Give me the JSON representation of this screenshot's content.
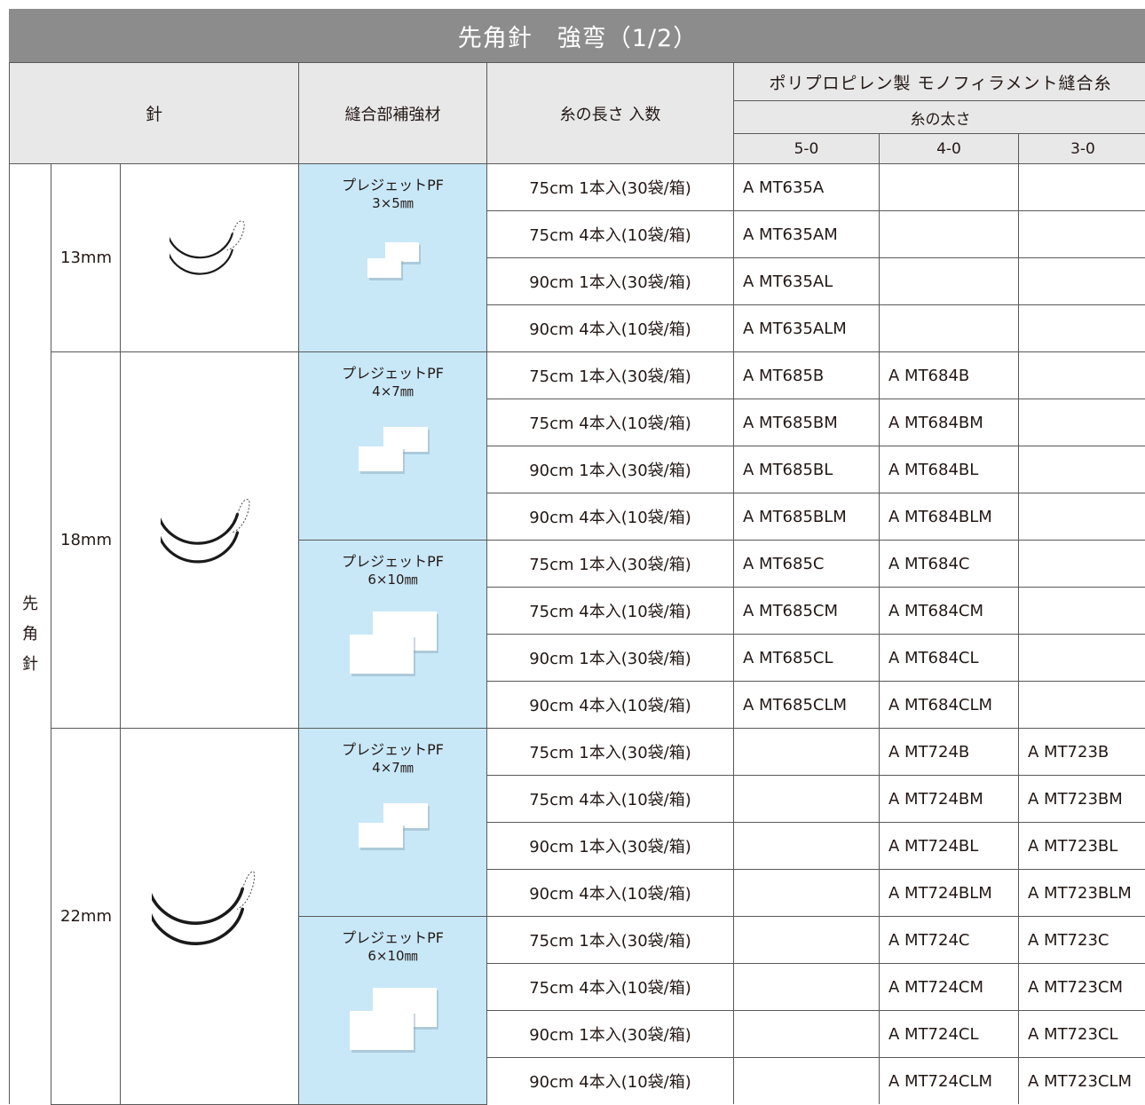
{
  "title": "先角針　強弯（1/2）",
  "header": {
    "needle": "針",
    "reinforcement": "縫合部補強材",
    "length_qty": "糸の長さ 入数",
    "suture_group": "ポリプロピレン製 モノフィラメント縫合糸",
    "thickness": "糸の太さ",
    "sizes": [
      "5-0",
      "4-0",
      "3-0"
    ]
  },
  "side_label": [
    "先",
    "角",
    "針"
  ],
  "packages": [
    "75cm 1本入(30袋/箱)",
    "75cm 4本入(10袋/箱)",
    "90cm 1本入(30袋/箱)",
    "90cm 4本入(10袋/箱)"
  ],
  "groups": [
    {
      "size": "13mm",
      "needle_icon": "curved-needle-small-icon",
      "pledgets": [
        {
          "label": "プレジェットPF",
          "dim": "3×5㎜",
          "icon": "pledget-small-icon",
          "rows": [
            [
              "A MT635A",
              "",
              ""
            ],
            [
              "A MT635AM",
              "",
              ""
            ],
            [
              "A MT635AL",
              "",
              ""
            ],
            [
              "A MT635ALM",
              "",
              ""
            ]
          ]
        }
      ]
    },
    {
      "size": "18mm",
      "needle_icon": "curved-needle-medium-icon",
      "pledgets": [
        {
          "label": "プレジェットPF",
          "dim": "4×7㎜",
          "icon": "pledget-medium-icon",
          "rows": [
            [
              "A MT685B",
              "A MT684B",
              ""
            ],
            [
              "A MT685BM",
              "A MT684BM",
              ""
            ],
            [
              "A MT685BL",
              "A MT684BL",
              ""
            ],
            [
              "A MT685BLM",
              "A MT684BLM",
              ""
            ]
          ]
        },
        {
          "label": "プレジェットPF",
          "dim": "6×10㎜",
          "icon": "pledget-large-icon",
          "rows": [
            [
              "A MT685C",
              "A MT684C",
              ""
            ],
            [
              "A MT685CM",
              "A MT684CM",
              ""
            ],
            [
              "A MT685CL",
              "A MT684CL",
              ""
            ],
            [
              "A MT685CLM",
              "A MT684CLM",
              ""
            ]
          ]
        }
      ]
    },
    {
      "size": "22mm",
      "needle_icon": "curved-needle-large-icon",
      "pledgets": [
        {
          "label": "プレジェットPF",
          "dim": "4×7㎜",
          "icon": "pledget-medium-icon",
          "rows": [
            [
              "",
              "A MT724B",
              "A MT723B"
            ],
            [
              "",
              "A MT724BM",
              "A MT723BM"
            ],
            [
              "",
              "A MT724BL",
              "A MT723BL"
            ],
            [
              "",
              "A MT724BLM",
              "A MT723BLM"
            ]
          ]
        },
        {
          "label": "プレジェットPF",
          "dim": "6×10㎜",
          "icon": "pledget-large-icon",
          "rows": [
            [
              "",
              "A MT724C",
              "A MT723C"
            ],
            [
              "",
              "A MT724CM",
              "A MT723CM"
            ],
            [
              "",
              "A MT724CL",
              "A MT723CL"
            ],
            [
              "",
              "A MT724CLM",
              "A MT723CLM"
            ]
          ]
        }
      ]
    }
  ]
}
